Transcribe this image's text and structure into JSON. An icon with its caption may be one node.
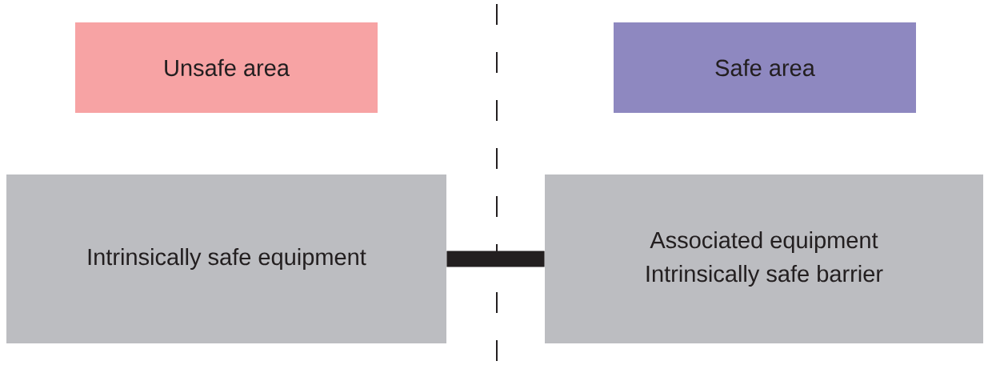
{
  "diagram": {
    "nodes": [
      {
        "text": [
          "Unsafe area"
        ]
      },
      {
        "text": [
          "Safe area"
        ]
      },
      {
        "text": [
          "Intrinsically safe equipment"
        ]
      },
      {
        "text": [
          "Associated equipment",
          "Intrinsically safe barrier"
        ]
      }
    ],
    "edges": [
      {
        "from": 2,
        "to": 3,
        "arrow": "none"
      }
    ]
  }
}
